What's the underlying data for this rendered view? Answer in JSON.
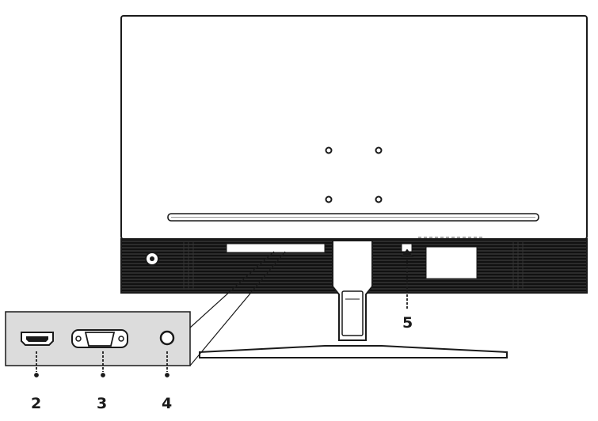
{
  "callouts": {
    "hdmi": "2",
    "vga": "3",
    "audio": "4",
    "power": "5"
  },
  "colors": {
    "line": "#1a1a1a",
    "band": "#111111",
    "panel_fill": "#dcdcdc",
    "background": "#ffffff"
  }
}
